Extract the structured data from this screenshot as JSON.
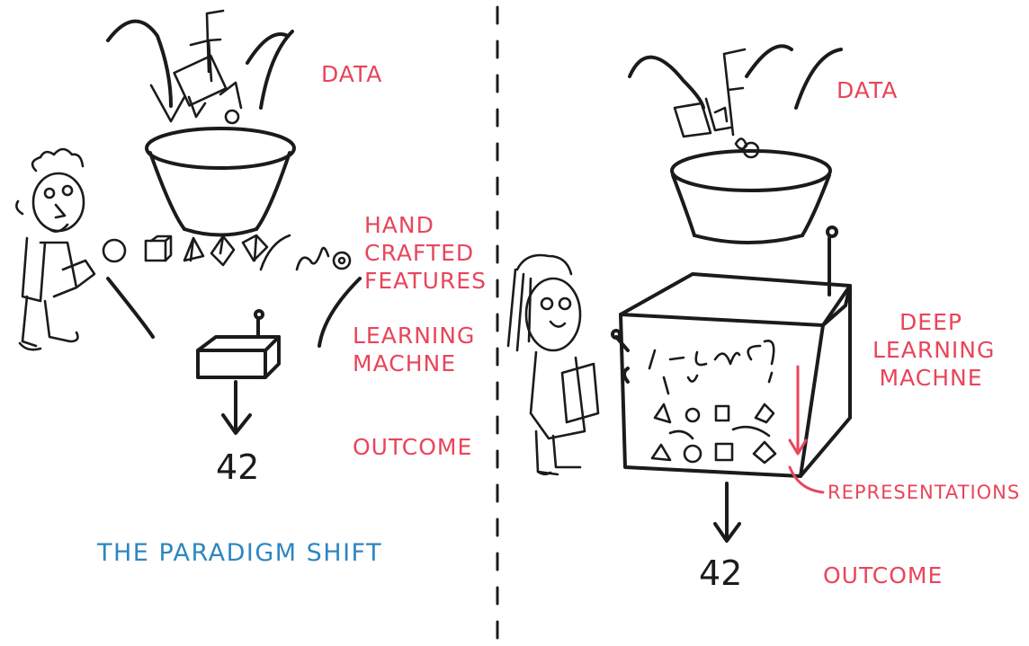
{
  "title": "THE PARADIGM SHIFT",
  "left_panel": {
    "data_label": "DATA",
    "features_label": "HAND\nCRAFTED\nFEATURES",
    "machine_label": "LEARNING\nMACHNE",
    "outcome_label": "OUTCOME",
    "outcome_value": "42"
  },
  "right_panel": {
    "data_label": "DATA",
    "machine_label": "DEEP\nLEARNING\nMACHNE",
    "representations_label": "REPRESENTATIONS",
    "outcome_label": "OUTCOME",
    "outcome_value": "42"
  },
  "colors": {
    "label": "#e8455a",
    "title": "#2e86c1",
    "ink": "#1b1b1b"
  }
}
